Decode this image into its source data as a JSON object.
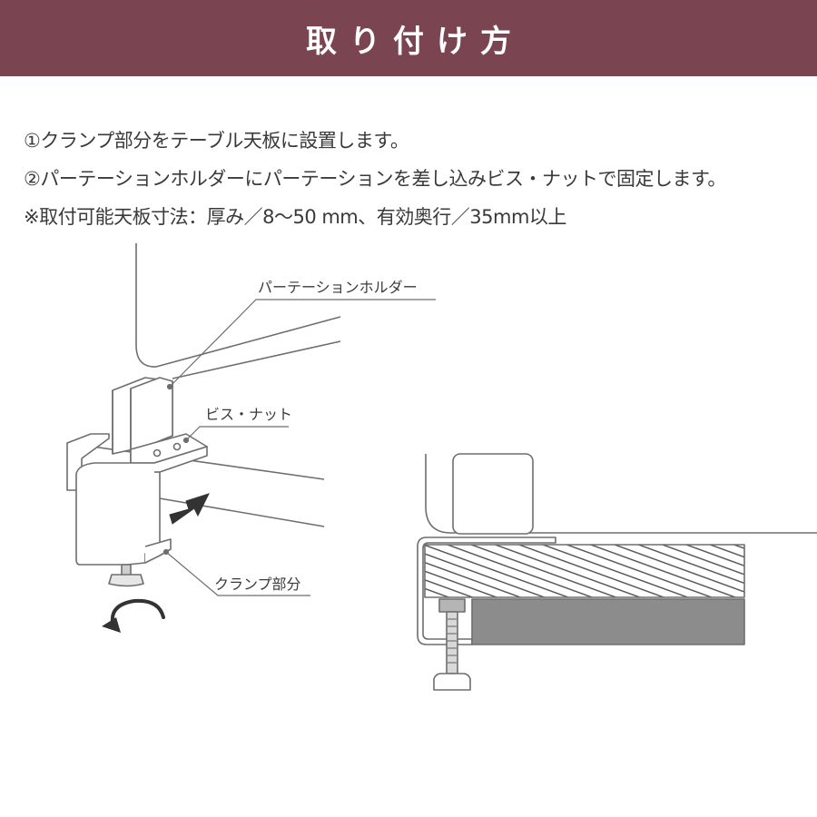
{
  "header": {
    "title": "取り付け方"
  },
  "instructions": [
    "①クランプ部分をテーブル天板に設置します。",
    "②パーテーションホルダーにパーテーションを差し込みビス・ナットで固定します。",
    "※取付可能天板寸法：厚み／8～50 mm、有効奥行／35mm以上"
  ],
  "labels": {
    "holder": "パーテーションホルダー",
    "screw_nut": "ビス・ナット",
    "clamp": "クランプ部分"
  },
  "colors": {
    "header_bg": "#7a4550",
    "line": "#6e6e6e",
    "tabletop_hatch": "#5a5a5a",
    "table_gray": "#8c8c8c",
    "arrow": "#333333"
  }
}
